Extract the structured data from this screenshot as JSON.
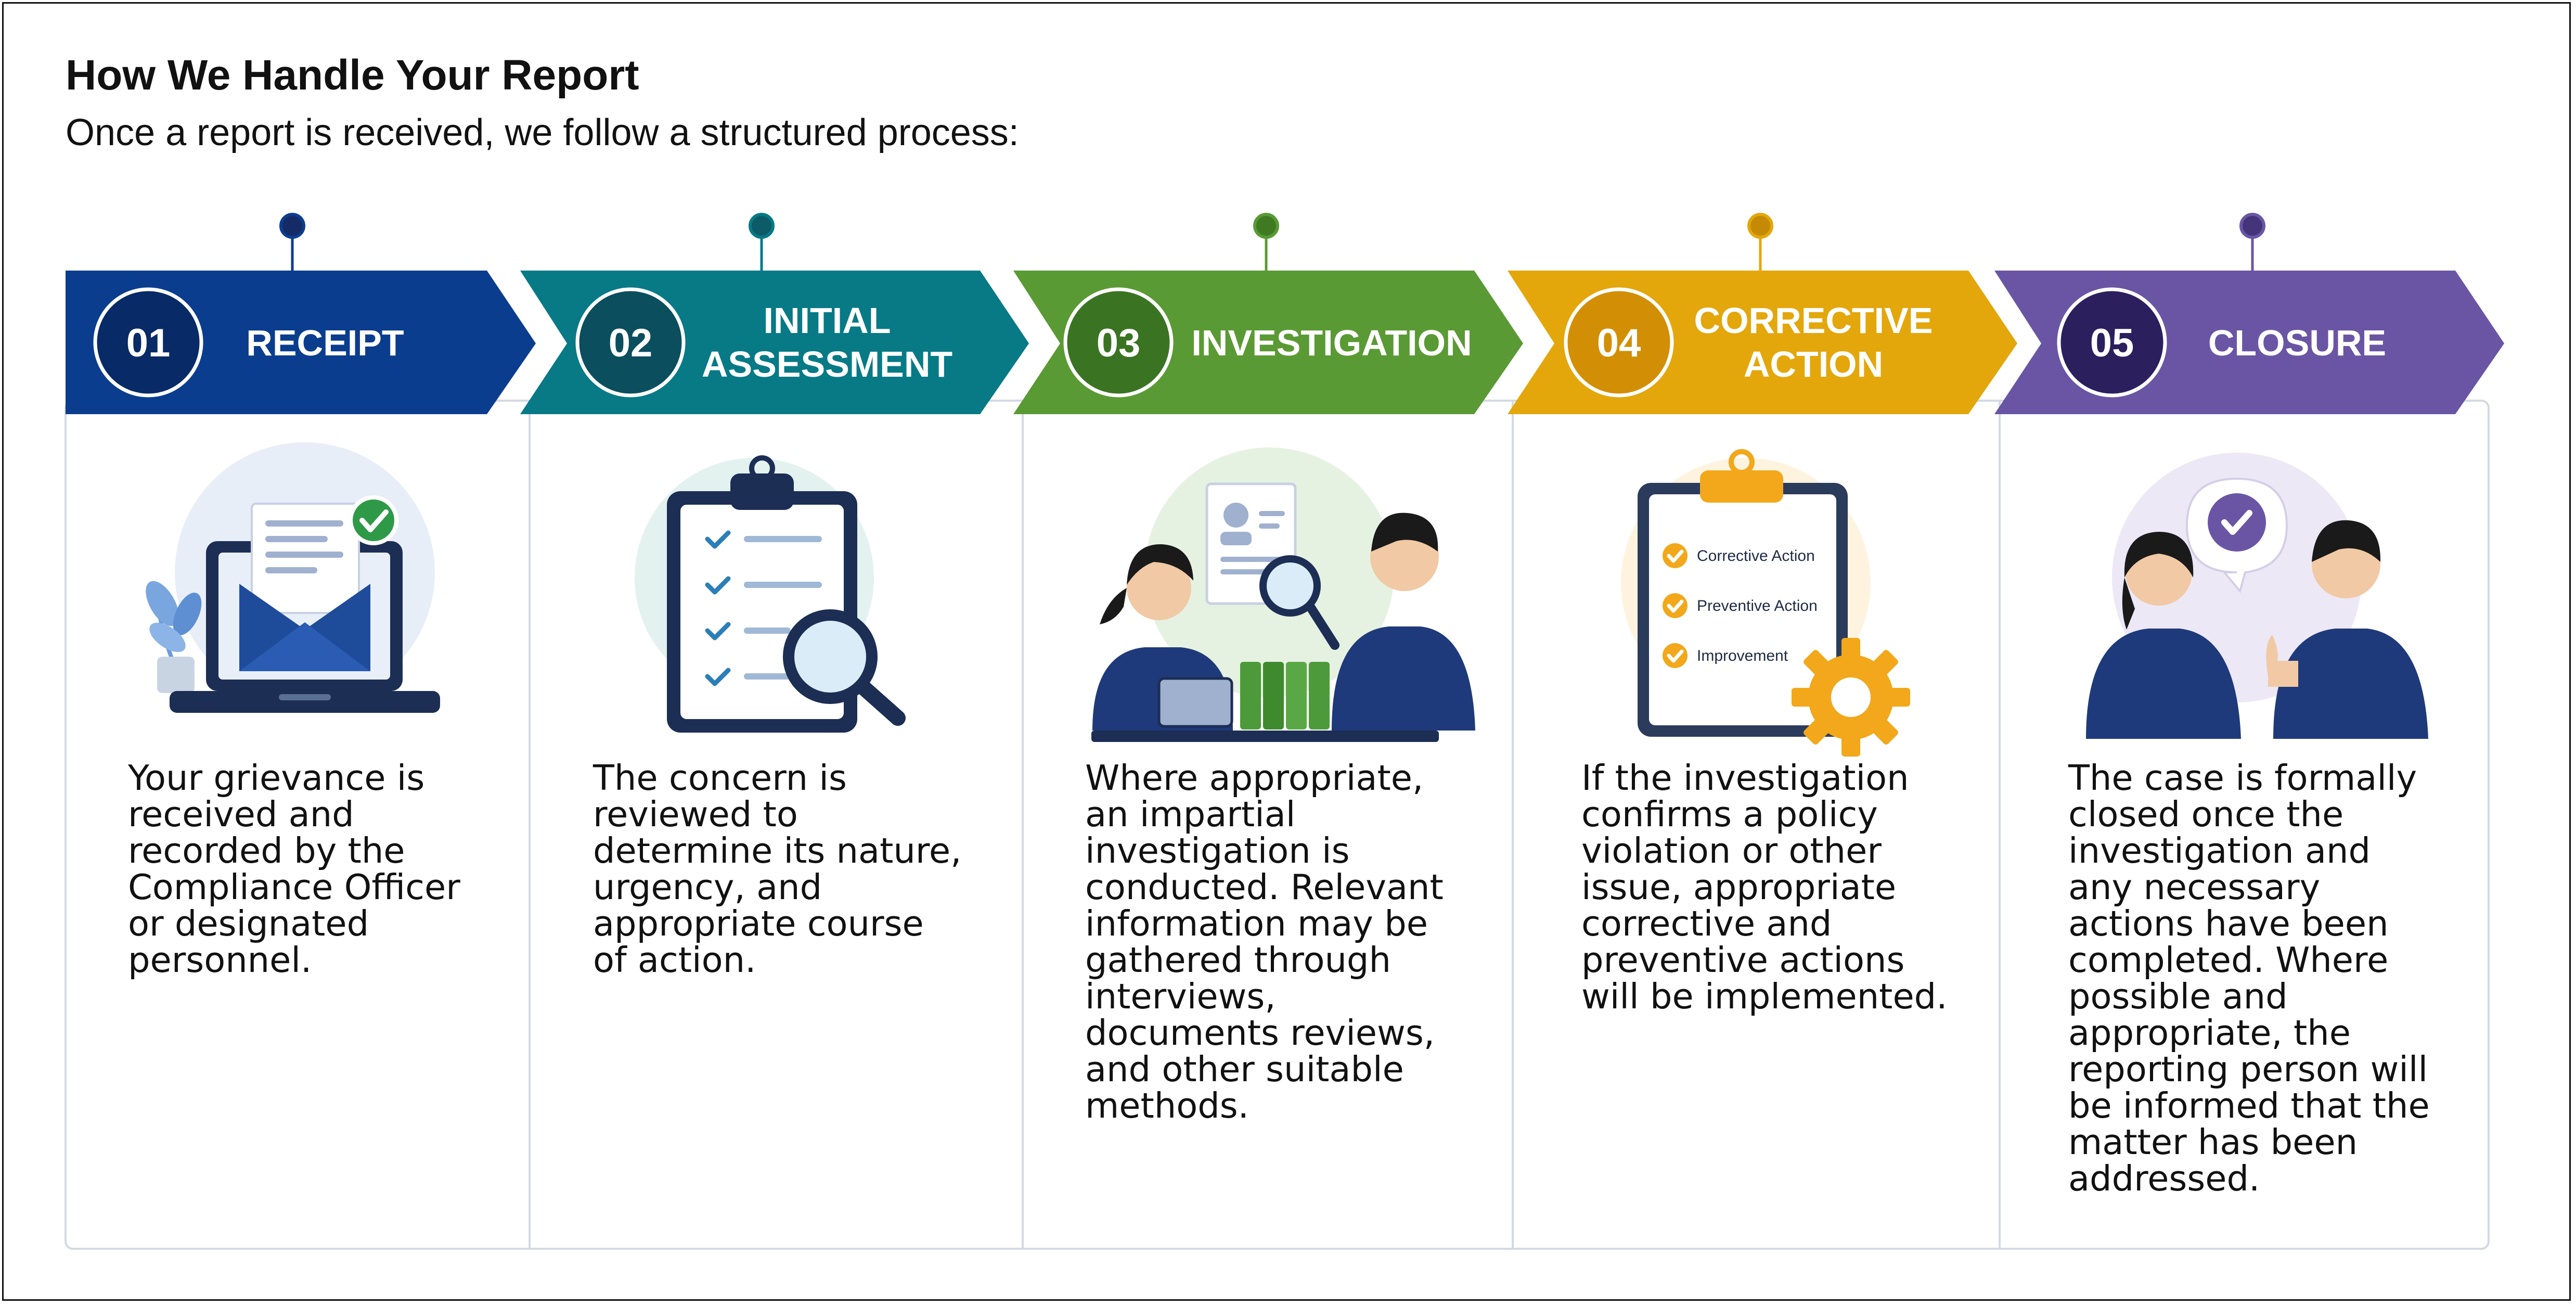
{
  "header": {
    "title": "How We Handle Your Report",
    "subtitle": "Once a report is received, we follow a structured process:"
  },
  "colors": {
    "step1": "#0b3d8f",
    "step2": "#077a86",
    "step3": "#5a9a34",
    "step4": "#e3a70c",
    "step5": "#6a55a4",
    "navy": "#1e3a78"
  },
  "steps": [
    {
      "number": "01",
      "label_lines": [
        "RECEIPT"
      ],
      "icon": "laptop-envelope-icon",
      "text": [
        "Your grievance is",
        "received and",
        "recorded by the",
        "Compliance Officer",
        "or designated",
        "personnel."
      ]
    },
    {
      "number": "02",
      "label_lines": [
        "INITIAL",
        "ASSESSMENT"
      ],
      "icon": "clipboard-magnifier-icon",
      "text": [
        "The concern is",
        "reviewed to",
        "determine its nature,",
        "urgency, and",
        "appropriate course",
        "of action."
      ]
    },
    {
      "number": "03",
      "label_lines": [
        "INVESTIGATION"
      ],
      "icon": "investigators-icon",
      "text": [
        "Where appropriate,",
        "an impartial",
        "investigation is",
        "conducted. Relevant",
        "information may be",
        "gathered through",
        "interviews,",
        "documents reviews,",
        "and other suitable",
        "methods."
      ]
    },
    {
      "number": "04",
      "label_lines": [
        "CORRECTIVE",
        "ACTION"
      ],
      "icon": "action-checklist-icon",
      "checklist": [
        "Corrective Action",
        "Preventive Action",
        "Improvement"
      ],
      "text": [
        "If the investigation",
        "confirms a policy",
        "violation or other",
        "issue, appropriate",
        "corrective and",
        "preventive actions",
        "will be implemented."
      ]
    },
    {
      "number": "05",
      "label_lines": [
        "CLOSURE"
      ],
      "icon": "approval-people-icon",
      "text": [
        "The case is formally",
        "closed once the",
        "investigation and",
        "any necessary",
        "actions have been",
        "completed. Where",
        "possible and",
        "appropriate, the",
        "reporting person will",
        "be informed that the",
        "matter has been",
        "addressed."
      ]
    }
  ]
}
